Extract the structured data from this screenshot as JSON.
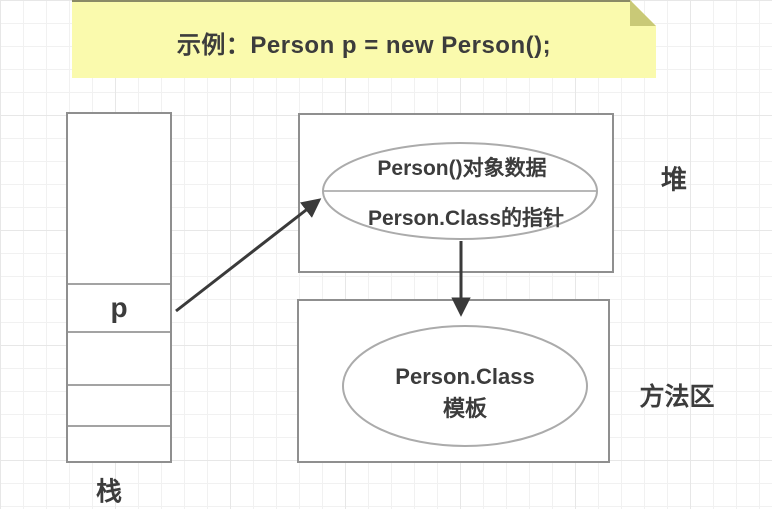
{
  "note": {
    "text": "示例：Person p = new Person();"
  },
  "stack": {
    "pointer_label": "p",
    "label": "栈"
  },
  "heap": {
    "label": "堆",
    "ellipse_top": "Person()对象数据",
    "ellipse_bottom": "Person.Class的指针"
  },
  "method_area": {
    "label": "方法区",
    "ellipse_line1": "Person.Class",
    "ellipse_line2": "模板"
  },
  "colors": {
    "note_fill": "#fafaad",
    "note_fold": "#c9c977",
    "rect_border": "#8f8f8f",
    "ellipse_border": "#ababab",
    "arrow": "#3a3a3a",
    "text": "#3c3c3c",
    "grid_line": "#f1f1f1"
  }
}
